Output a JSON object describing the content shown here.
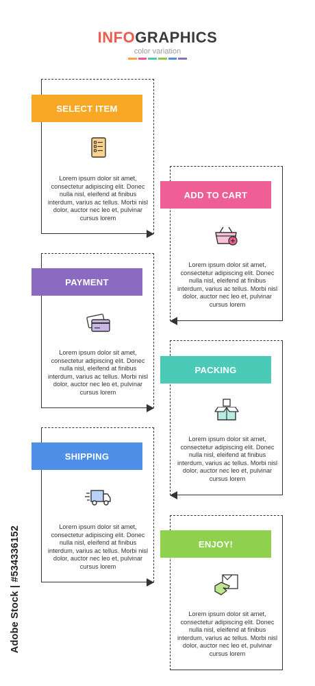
{
  "header": {
    "title_part1": "INFO",
    "title_part2": "GRAPHICS",
    "subtitle": "color variation",
    "bar_colors": [
      "#f0a742",
      "#ef5a8a",
      "#4cc6b0",
      "#8dc73f",
      "#4f8ee6",
      "#8d6cc2"
    ]
  },
  "steps": [
    {
      "label": "SELECT ITEM",
      "color": "#f9a825",
      "icon": "checklist-icon",
      "text": "Lorem ipsum dolor sit amet, consectetur adipiscing elit. Donec nulla nisl, eleifend at finibus interdum, varius ac tellus. Morbi nisl dolor, auctor nec leo et, pulvinar cursus lorem"
    },
    {
      "label": "ADD TO CART",
      "color": "#ef5f95",
      "icon": "basket-icon",
      "text": "Lorem ipsum dolor sit amet, consectetur adipiscing elit. Donec nulla nisl, eleifend at finibus interdum, varius ac tellus. Morbi nisl dolor, auctor nec leo et, pulvinar cursus lorem"
    },
    {
      "label": "PAYMENT",
      "color": "#8a6bc1",
      "icon": "credit-card-icon",
      "text": "Lorem ipsum dolor sit amet, consectetur adipiscing elit. Donec nulla nisl, eleifend at finibus interdum, varius ac tellus. Morbi nisl dolor, auctor nec leo et, pulvinar cursus lorem"
    },
    {
      "label": "PACKING",
      "color": "#4ccab8",
      "icon": "package-icon",
      "text": "Lorem ipsum dolor sit amet, consectetur adipiscing elit. Donec nulla nisl, eleifend at finibus interdum, varius ac tellus. Morbi nisl dolor, auctor nec leo et, pulvinar cursus lorem"
    },
    {
      "label": "SHIPPING",
      "color": "#4e90e8",
      "icon": "delivery-truck-icon",
      "text": "Lorem ipsum dolor sit amet, consectetur adipiscing elit. Donec nulla nisl, eleifend at finibus interdum, varius ac tellus. Morbi nisl dolor, auctor nec leo et, pulvinar cursus lorem"
    },
    {
      "label": "ENJOY!",
      "color": "#8fd14f",
      "icon": "hand-box-icon",
      "text": "Lorem ipsum dolor sit amet, consectetur adipiscing elit. Donec nulla nisl, eleifend at finibus interdum, varius ac tellus. Morbi nisl dolor, auctor nec leo et, pulvinar cursus lorem"
    }
  ],
  "watermark": {
    "stock_id": "Adobe Stock | #534336152"
  }
}
